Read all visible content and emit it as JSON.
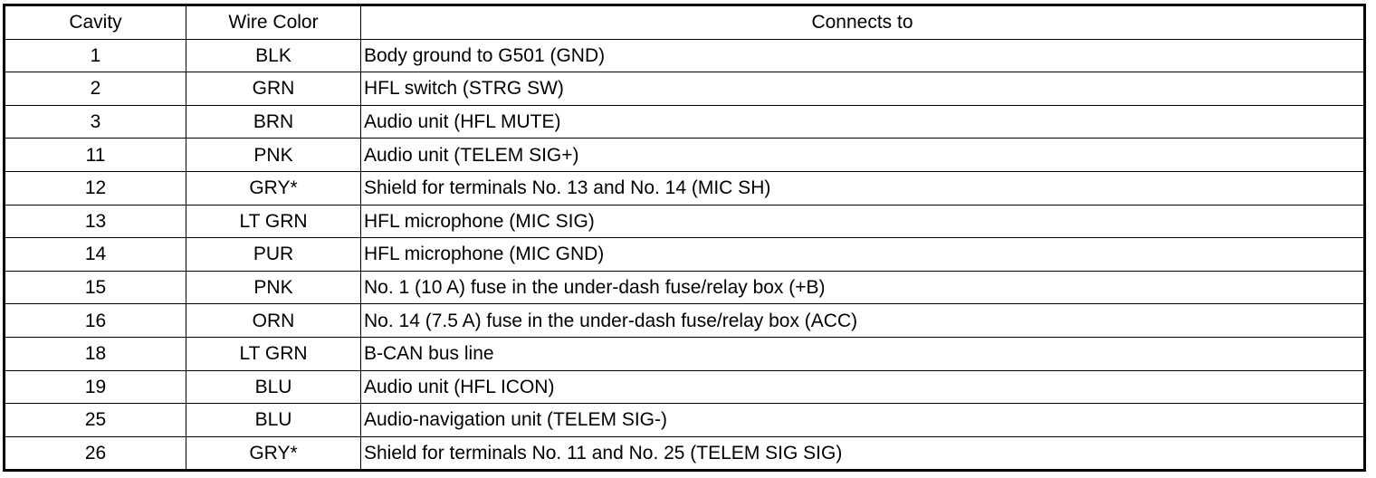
{
  "table": {
    "headers": [
      "Cavity",
      "Wire Color",
      "Connects to"
    ],
    "rows": [
      [
        "1",
        "BLK",
        "Body ground to G501 (GND)"
      ],
      [
        "2",
        "GRN",
        "HFL switch (STRG SW)"
      ],
      [
        "3",
        "BRN",
        "Audio unit (HFL MUTE)"
      ],
      [
        "11",
        "PNK",
        "Audio unit (TELEM SIG+)"
      ],
      [
        "12",
        "GRY*",
        "Shield for terminals No. 13 and No. 14 (MIC SH)"
      ],
      [
        "13",
        "LT GRN",
        "HFL microphone (MIC SIG)"
      ],
      [
        "14",
        "PUR",
        "HFL microphone (MIC GND)"
      ],
      [
        "15",
        "PNK",
        "No. 1 (10 A) fuse in the under-dash fuse/relay box (+B)"
      ],
      [
        "16",
        "ORN",
        "No. 14 (7.5 A) fuse in the under-dash fuse/relay box (ACC)"
      ],
      [
        "18",
        "LT GRN",
        "B-CAN bus line"
      ],
      [
        "19",
        "BLU",
        "Audio unit (HFL ICON)"
      ],
      [
        "25",
        "BLU",
        "Audio-navigation unit (TELEM SIG-)"
      ],
      [
        "26",
        "GRY*",
        "Shield for terminals No. 11 and No. 25 (TELEM SIG SIG)"
      ]
    ]
  }
}
